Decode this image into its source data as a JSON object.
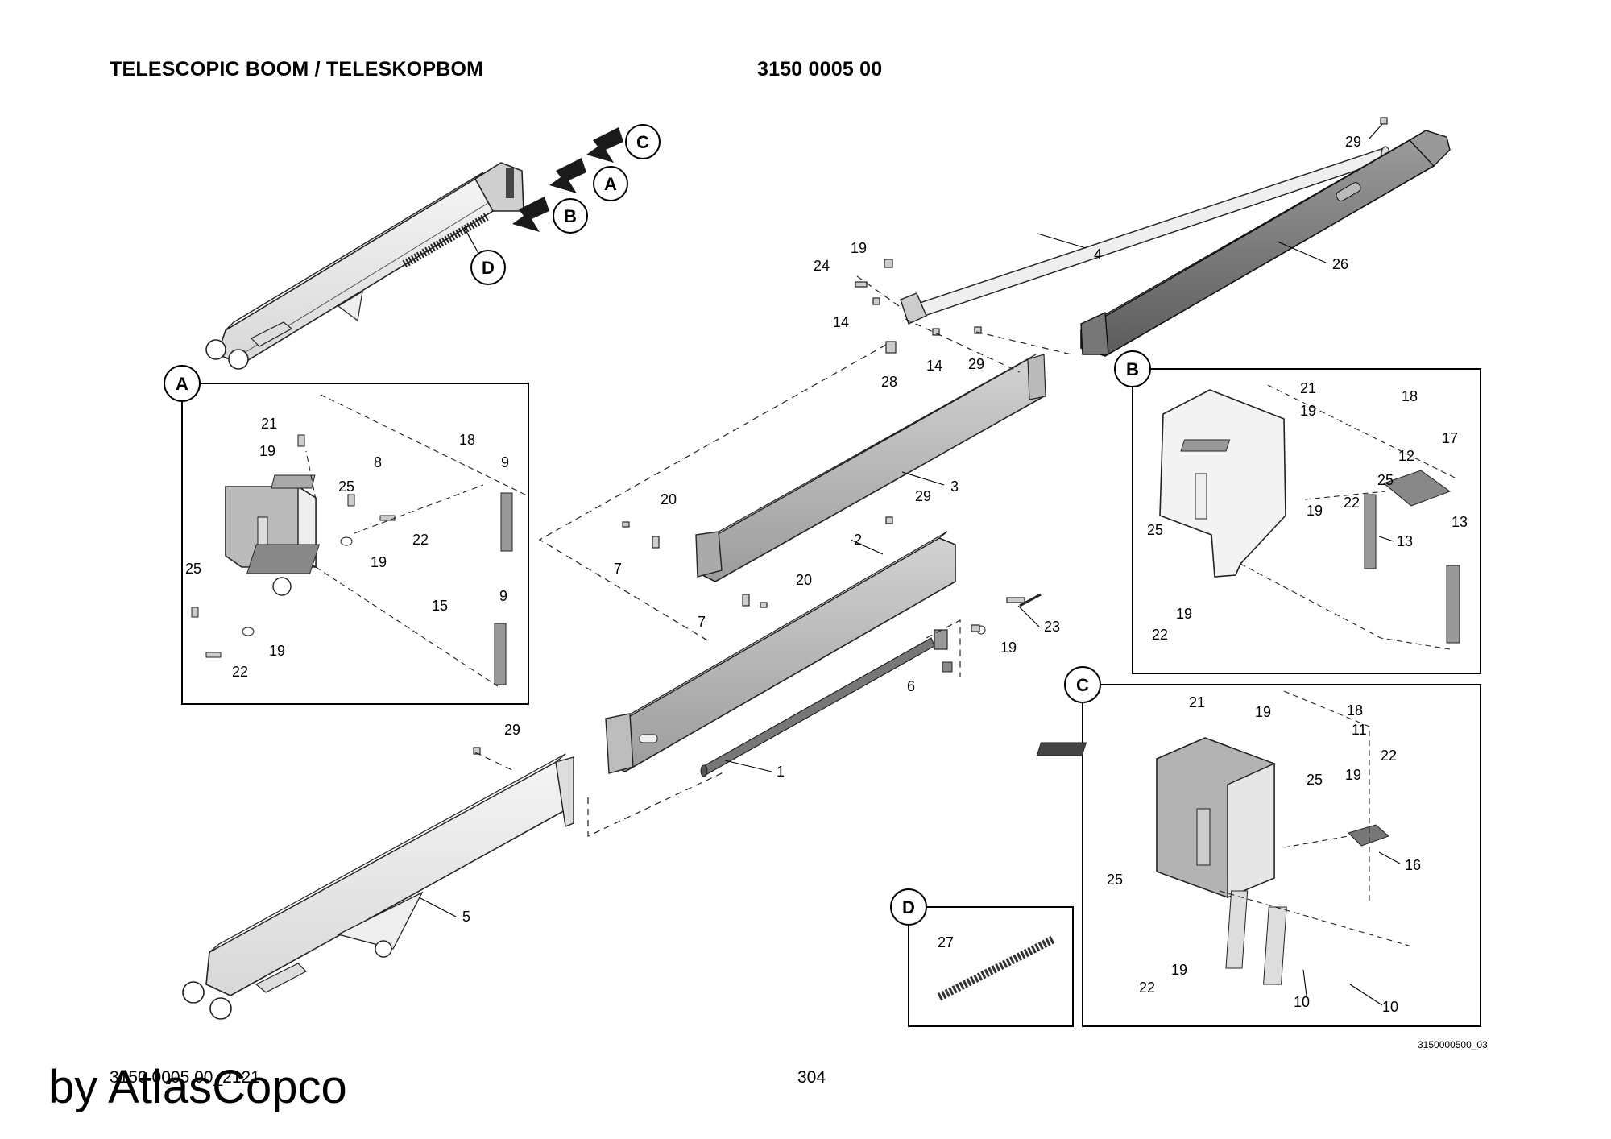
{
  "header": {
    "title": "TELESCOPIC BOOM / TELESKOPBOM",
    "part_number": "3150 0005 00"
  },
  "footer": {
    "doc_ref": "3150 0005 00_2121",
    "page_number": "304",
    "image_id": "3150000500_03",
    "watermark": "by AtlasCopco"
  },
  "callouts": {
    "A": "A",
    "B": "B",
    "C": "C",
    "D": "D"
  },
  "labels": {
    "p1": "1",
    "p2": "2",
    "p3": "3",
    "p4": "4",
    "p5": "5",
    "p6": "6",
    "p7": "7",
    "p8": "8",
    "p9": "9",
    "p10": "10",
    "p11": "11",
    "p12": "12",
    "p13": "13",
    "p14": "14",
    "p15": "15",
    "p16": "16",
    "p17": "17",
    "p18": "18",
    "p19": "19",
    "p20": "20",
    "p21": "21",
    "p22": "22",
    "p23": "23",
    "p24": "24",
    "p25": "25",
    "p26": "26",
    "p27": "27",
    "p28": "28",
    "p29": "29"
  }
}
